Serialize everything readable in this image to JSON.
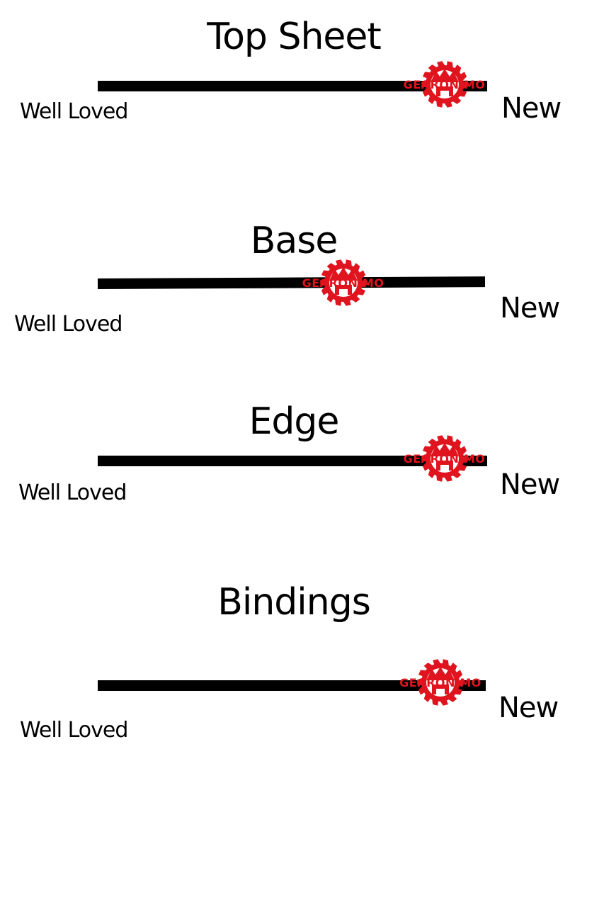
{
  "scale_labels": {
    "left": "Well Loved",
    "right": "New"
  },
  "brand": {
    "name": "GEARONIMO",
    "color": "#e0141e",
    "icon": "gear-mountain-logo-icon"
  },
  "ratings": [
    {
      "title": "Top Sheet",
      "level": 0.89
    },
    {
      "title": "Base",
      "level": 0.63
    },
    {
      "title": "Edge",
      "level": 0.89
    },
    {
      "title": "Bindings",
      "level": 0.88
    }
  ]
}
